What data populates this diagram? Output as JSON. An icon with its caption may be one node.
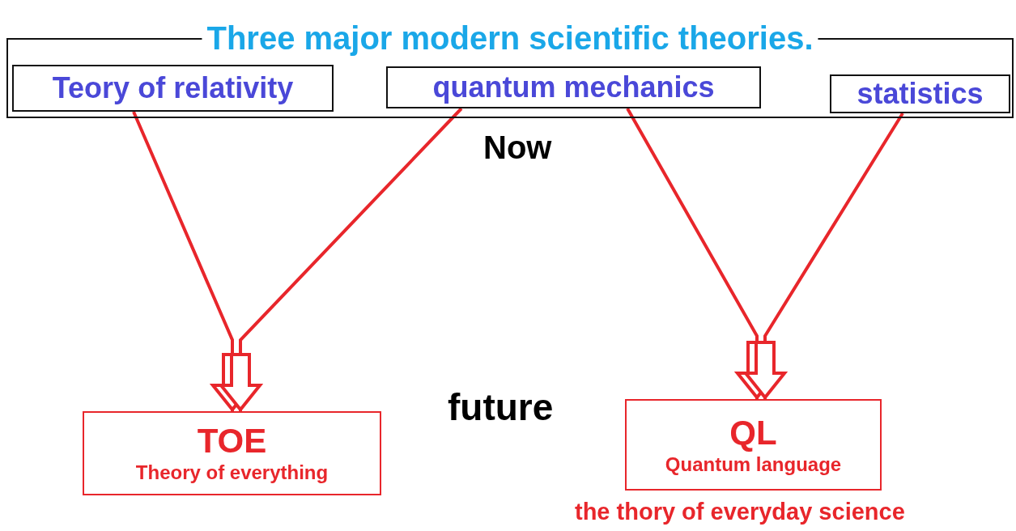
{
  "diagram": {
    "nodes": [
      {
        "text": [
          "Three major modern scientific theories."
        ]
      },
      {
        "text": [
          "Teory of relativity"
        ],
        "in": 0
      },
      {
        "text": [
          "quantum mechanics"
        ],
        "in": 0
      },
      {
        "text": [
          "statistics"
        ],
        "in": 0
      },
      {
        "text": [
          "TOE",
          "Theory of everything"
        ]
      },
      {
        "text": [
          "QL",
          "Quantum language"
        ],
        "beside": [
          "the thory of everyday science"
        ]
      }
    ],
    "edges": [
      {
        "from": 1,
        "to": 4,
        "arrow": "to"
      },
      {
        "from": 2,
        "to": 4,
        "arrow": "to"
      },
      {
        "from": 2,
        "to": 5,
        "arrow": "to"
      },
      {
        "from": 3,
        "to": 5,
        "arrow": "to"
      }
    ],
    "labels": [
      "Now",
      "future"
    ]
  }
}
